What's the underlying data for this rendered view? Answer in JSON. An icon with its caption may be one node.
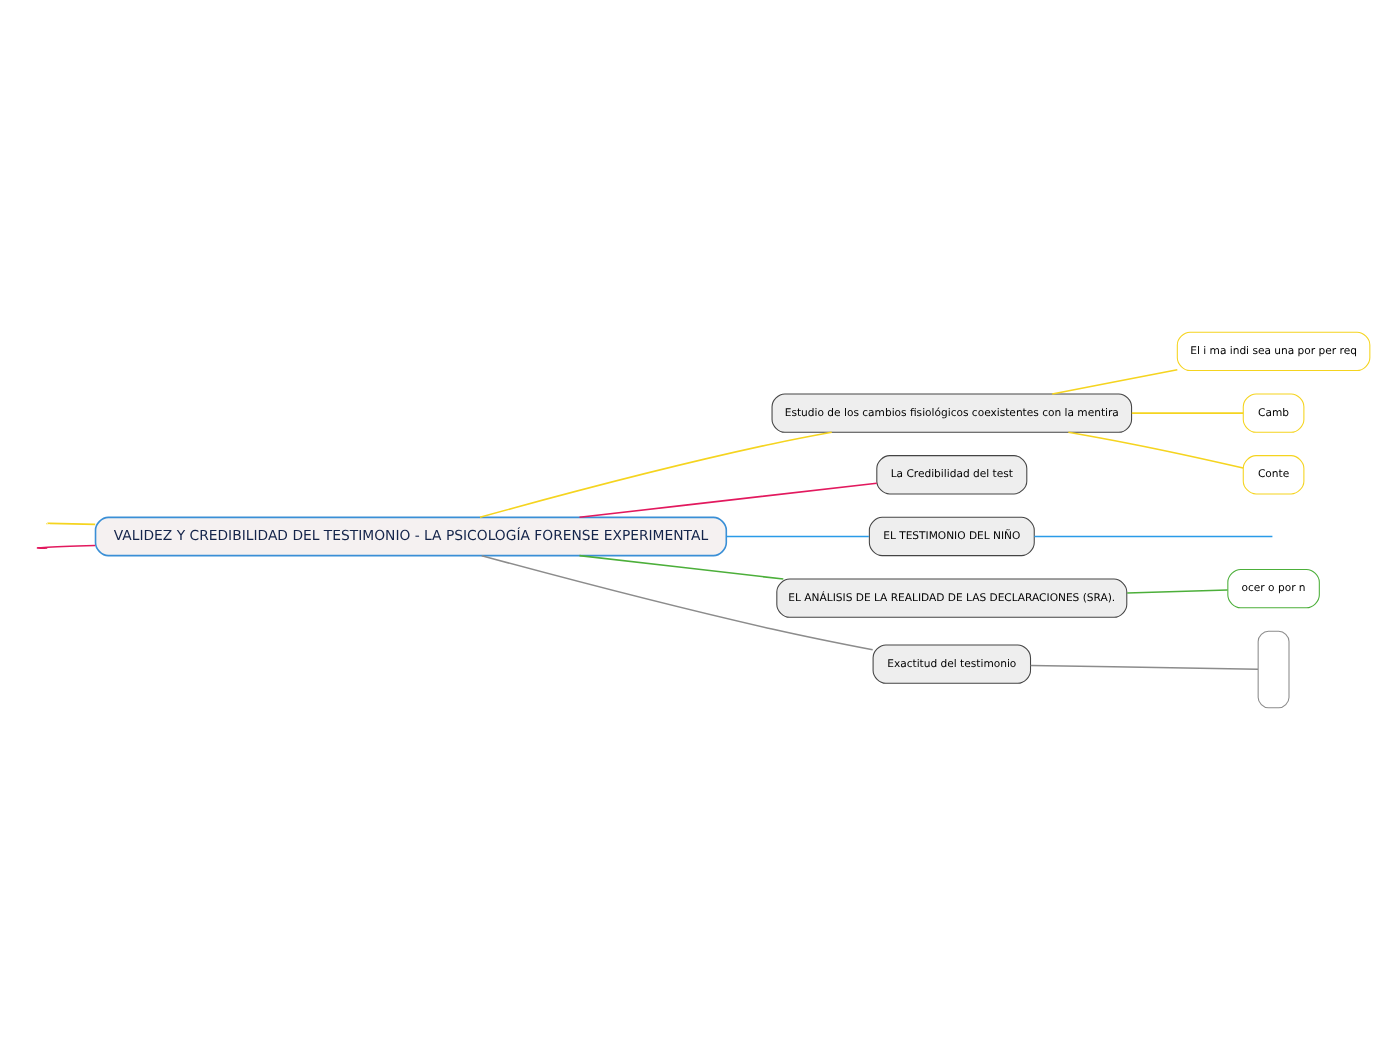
{
  "diagram": {
    "nodes": [
      {
        "text": [
          "VALIDEZ Y CREDIBILIDAD DEL TESTIMONIO - LA PSICOLOGÍA FORENSE EXPERIMENTAL"
        ]
      },
      {
        "text": [
          "Estudio de los cambios fisiológicos coexistentes con la mentira"
        ]
      },
      {
        "text": [
          "El i ma indi sea una por per req"
        ]
      },
      {
        "text": [
          "Camb"
        ]
      },
      {
        "text": [
          "Conte"
        ]
      },
      {
        "text": [
          "La Credibilidad del test"
        ]
      },
      {
        "text": [
          "EL TESTIMONIO DEL NIÑO"
        ]
      },
      {
        "text": [
          "EL ANÁLISIS DE LA REALIDAD DE LAS DECLARACIONES (SRA)."
        ]
      },
      {
        "text": [
          "ocer o por n"
        ]
      },
      {
        "text": [
          "Exactitud del testimonio"
        ]
      },
      {
        "text": [],
        "shape": "box"
      }
    ],
    "edges": [
      {
        "from": 0,
        "to": null,
        "arrow": "none",
        "color": "#e2195e"
      },
      {
        "from": 0,
        "to": null,
        "arrow": "none",
        "color": "#f5d41f"
      },
      {
        "from": 0,
        "to": 1,
        "arrow": "none",
        "color": "#f5d41f"
      },
      {
        "from": 1,
        "to": 2,
        "arrow": "none",
        "color": "#f5d41f"
      },
      {
        "from": 1,
        "to": 3,
        "arrow": "none",
        "color": "#f5d41f"
      },
      {
        "from": 1,
        "to": 4,
        "arrow": "none",
        "color": "#f5d41f"
      },
      {
        "from": 0,
        "to": 5,
        "arrow": "none",
        "color": "#e2195e"
      },
      {
        "from": 0,
        "to": 9,
        "arrow": "none",
        "color": "#8c8c8c"
      },
      {
        "from": 9,
        "to": 10,
        "arrow": "none",
        "color": "#8c8c8c"
      },
      {
        "from": 0,
        "to": 7,
        "arrow": "none",
        "color": "#4caf3a"
      },
      {
        "from": 7,
        "to": 8,
        "arrow": "none",
        "color": "#4caf3a"
      },
      {
        "from": 0,
        "to": 6,
        "arrow": "none",
        "color": "#2a9be8"
      },
      {
        "from": 6,
        "to": null,
        "arrow": "none",
        "color": "#2a9be8"
      }
    ]
  }
}
